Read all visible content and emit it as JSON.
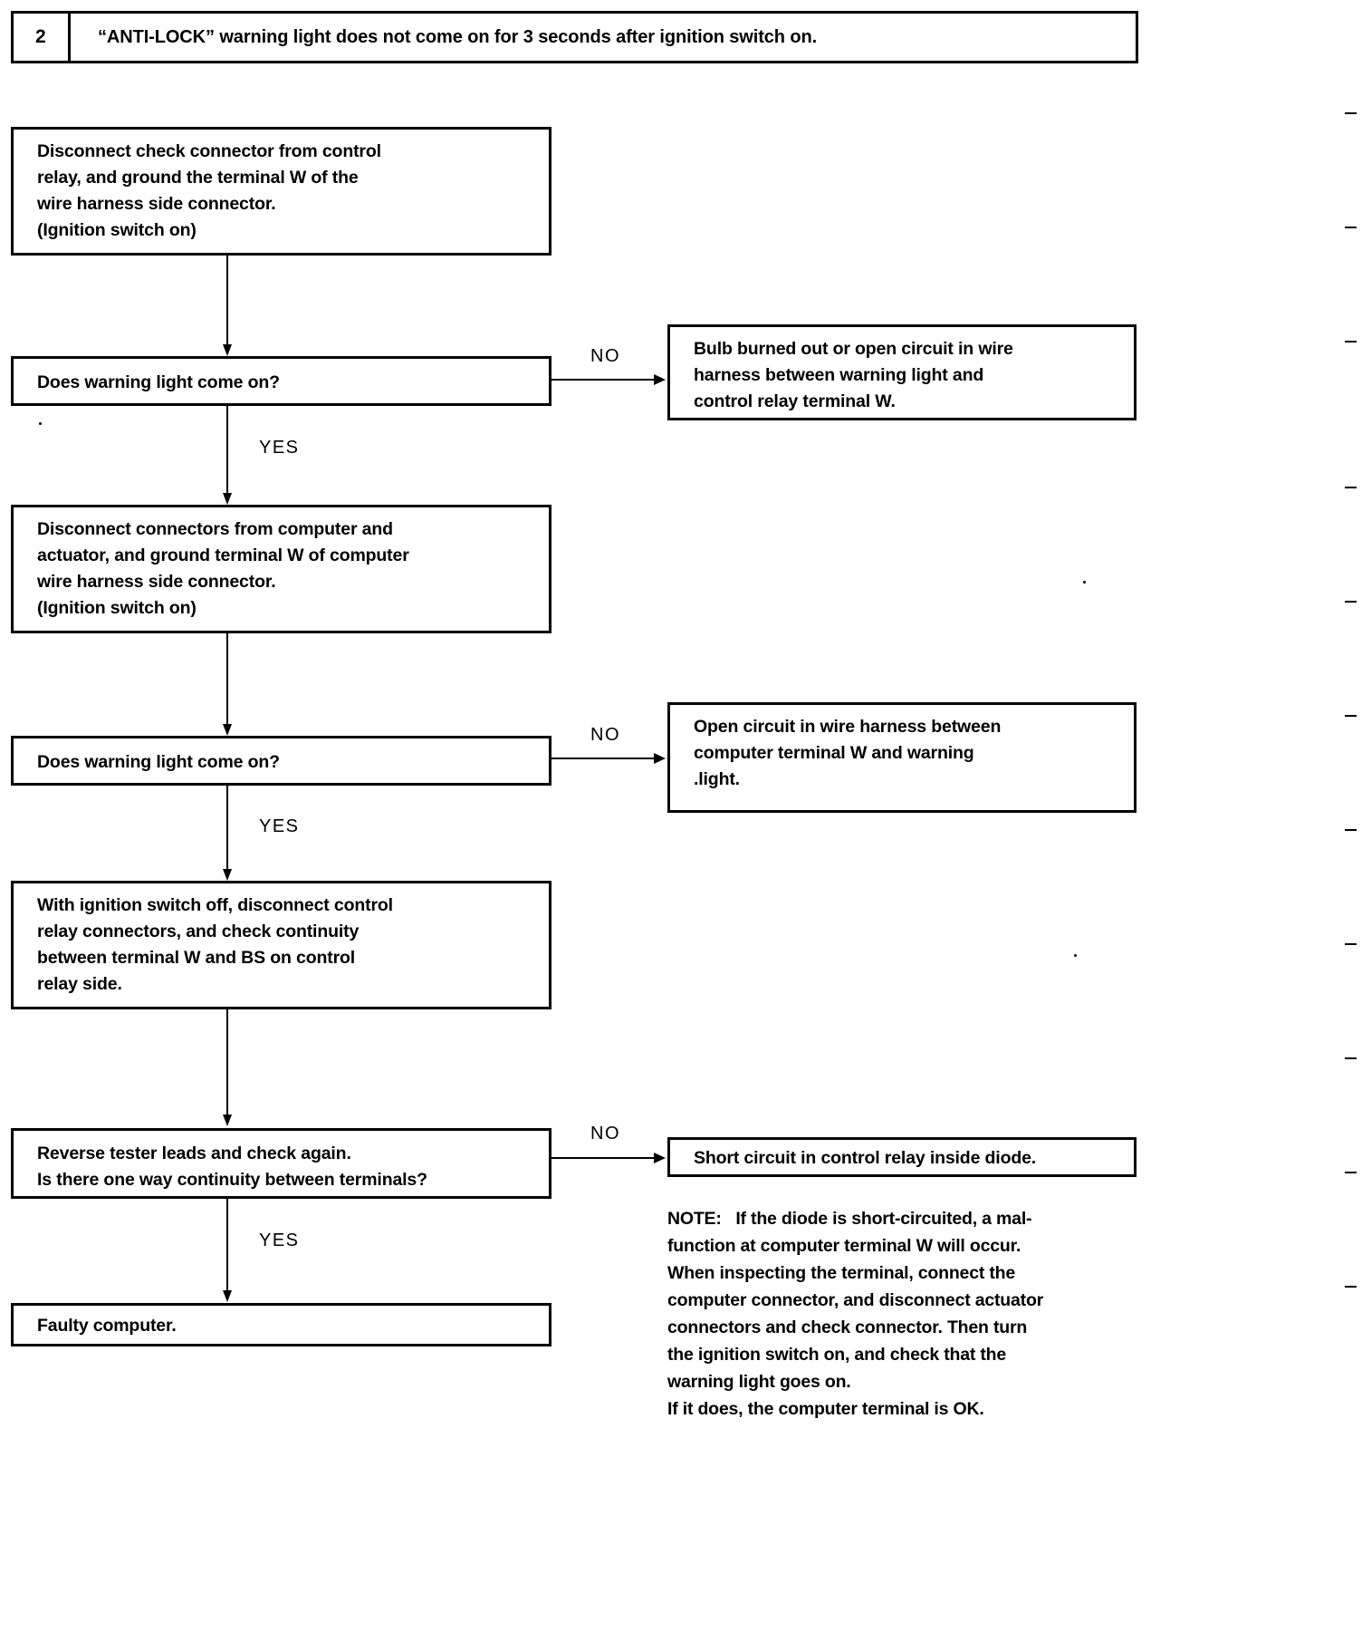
{
  "header": {
    "number": "2",
    "text": "“ANTI-LOCK” warning light does not come on for 3 seconds after ignition switch on."
  },
  "flow": {
    "step1": {
      "line1": "Disconnect check connector from control",
      "line2": "relay, and ground the terminal W of the",
      "line3": "wire harness side connector.",
      "line4": "(Ignition switch on)"
    },
    "decision1": {
      "text": "Does warning light come on?",
      "no_label": "NO",
      "yes_label": "YES"
    },
    "result1": {
      "line1": "Bulb burned out or open circuit in wire",
      "line2": "harness between warning light and",
      "line3": "control relay terminal W."
    },
    "step2": {
      "line1": "Disconnect connectors from computer and",
      "line2": "actuator, and ground terminal W of computer",
      "line3": "wire harness side connector.",
      "line4": "(Ignition switch on)"
    },
    "decision2": {
      "text": "Does warning light come on?",
      "no_label": "NO",
      "yes_label": "YES"
    },
    "result2": {
      "line1": "Open circuit in wire harness between",
      "line2": "computer terminal W and warning",
      "line3": ".light."
    },
    "step3": {
      "line1": "With ignition switch off, disconnect control",
      "line2": "relay connectors, and check continuity",
      "line3": "between terminal W and BS on control",
      "line4": "relay side."
    },
    "decision3": {
      "line1": "Reverse tester leads and check again.",
      "line2": "Is there one way continuity between terminals?",
      "no_label": "NO",
      "yes_label": "YES"
    },
    "result3": {
      "text": "Short circuit in control relay inside diode."
    },
    "final": {
      "text": "Faulty computer."
    }
  },
  "note": {
    "label": "NOTE:",
    "line1": "If the diode is short-circuited, a mal-",
    "line2": "function at computer terminal W will occur.",
    "line3": "When inspecting the terminal, connect the",
    "line4": "computer connector, and disconnect actuator",
    "line5": "connectors and check connector.  Then turn",
    "line6": "the ignition switch on, and check that the",
    "line7": "warning light goes on.",
    "line8": "If it does, the computer terminal is OK."
  }
}
